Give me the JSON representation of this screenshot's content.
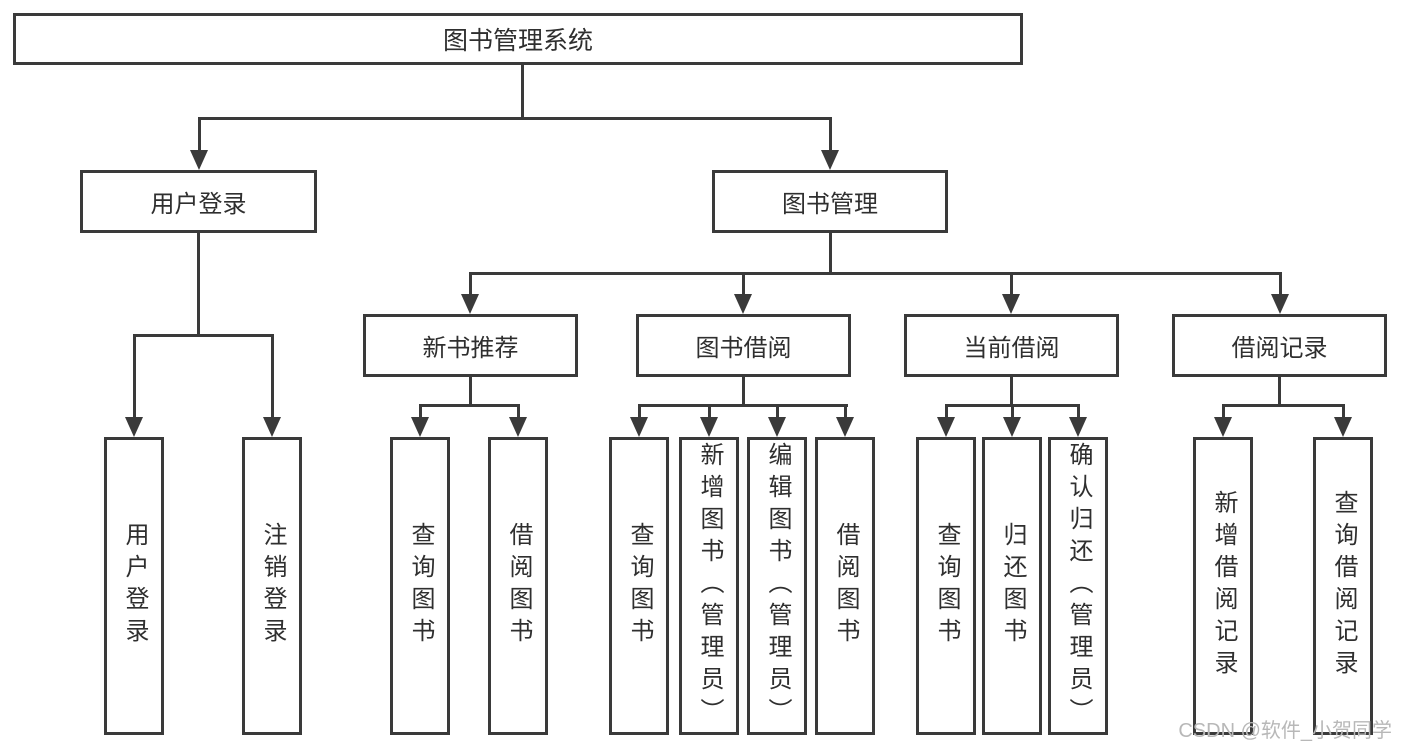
{
  "diagram": {
    "type": "tree",
    "title": "图书管理系统",
    "tree": {
      "label": "图书管理系统",
      "children": [
        {
          "label": "用户登录",
          "children": [
            {
              "label": "用户登录"
            },
            {
              "label": "注销登录"
            }
          ]
        },
        {
          "label": "图书管理",
          "children": [
            {
              "label": "新书推荐",
              "children": [
                {
                  "label": "查询图书"
                },
                {
                  "label": "借阅图书"
                }
              ]
            },
            {
              "label": "图书借阅",
              "children": [
                {
                  "label": "查询图书"
                },
                {
                  "label": "新增图书（管理员）"
                },
                {
                  "label": "编辑图书（管理员）"
                },
                {
                  "label": "借阅图书"
                }
              ]
            },
            {
              "label": "当前借阅",
              "children": [
                {
                  "label": "查询图书"
                },
                {
                  "label": "归还图书"
                },
                {
                  "label": "确认归还（管理员）"
                }
              ]
            },
            {
              "label": "借阅记录",
              "children": [
                {
                  "label": "新增借阅记录"
                },
                {
                  "label": "查询借阅记录"
                }
              ]
            }
          ]
        }
      ]
    }
  },
  "watermark": {
    "text": "CSDN @软件_小贺同学",
    "color": "#b8b8b8"
  },
  "colors": {
    "line": "#3a3a3a",
    "box_border": "#3a3a3a",
    "box_fill": "#ffffff",
    "text": "#2f2f2f",
    "background": "#ffffff"
  }
}
